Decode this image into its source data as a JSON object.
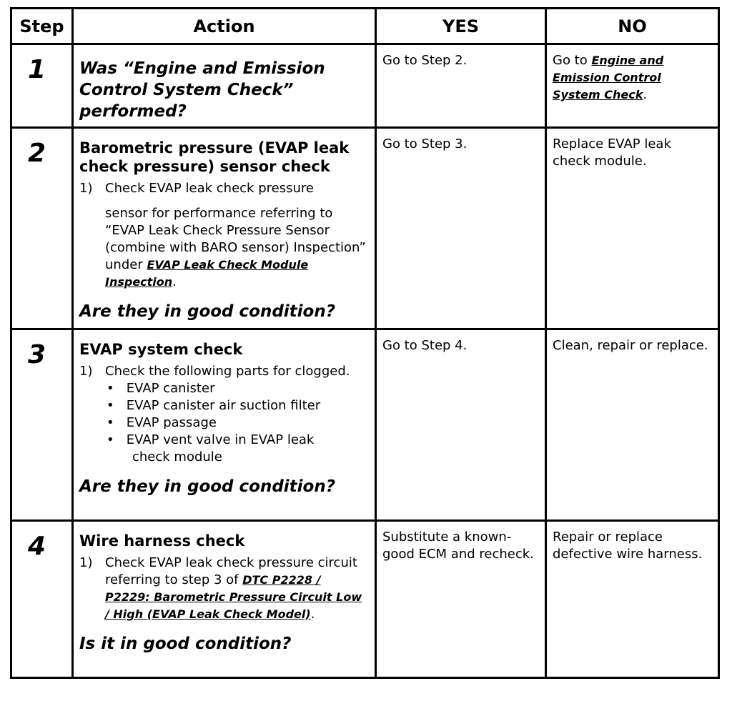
{
  "headers": {
    "step": "Step",
    "action": "Action",
    "yes": "YES",
    "no": "NO"
  },
  "rows": [
    {
      "step": "1",
      "question": "Was “Engine and Emission Control System Check” performed?",
      "yes": "Go to Step 2.",
      "no_prefix": "Go to ",
      "no_link": "Engine and Emission Control System Check",
      "no_suffix": "."
    },
    {
      "step": "2",
      "title": "Barometric pressure (EVAP leak check pressure) sensor check",
      "item_num": "1)",
      "item_line1": "Check EVAP leak check pressure",
      "item_rest": "sensor for performance referring to “EVAP Leak Check Pressure Sensor (combine with BARO sensor) Inspection” under ",
      "item_link": "EVAP Leak Check Module Inspection",
      "item_suffix": ".",
      "question": "Are they in good condition?",
      "yes": "Go to Step 3.",
      "no": "Replace EVAP leak check module."
    },
    {
      "step": "3",
      "title": "EVAP system check",
      "item_num": "1)",
      "item_text": "Check the following parts for clogged.",
      "bullets": [
        "EVAP canister",
        "EVAP canister air suction filter",
        "EVAP passage",
        "EVAP vent valve in EVAP leak"
      ],
      "bullet_cont": "check module",
      "question": "Are they in good condition?",
      "yes": "Go to Step 4.",
      "no": "Clean, repair or replace."
    },
    {
      "step": "4",
      "title": "Wire harness check",
      "item_num": "1)",
      "item_text": "Check EVAP leak check pressure circuit referring to step 3 of ",
      "item_link": "DTC P2228 / P2229: Barometric Pressure Circuit Low / High (EVAP Leak Check Model)",
      "item_suffix": ".",
      "question": "Is it in good condition?",
      "yes": "Substitute a known-good ECM and recheck.",
      "no": "Repair or replace defective wire harness."
    }
  ]
}
